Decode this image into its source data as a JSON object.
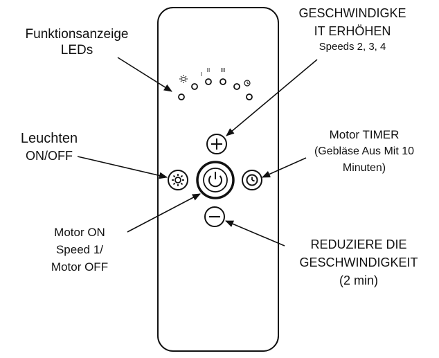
{
  "labels": {
    "led_indicator": {
      "line1": "Funktionsanzeige",
      "line2": "LEDs"
    },
    "speed_up": {
      "line1": "GESCHWINDIGKE",
      "line2": "IT ERHÖHEN",
      "line3": "Speeds 2, 3, 4"
    },
    "light": {
      "line1": "Leuchten",
      "line2": "ON/OFF"
    },
    "timer": {
      "line1": "Motor TIMER",
      "line2": "(Gebläse Aus Mit 10",
      "line3": "Minuten)"
    },
    "motor": {
      "line1": "Motor ON",
      "line2": "Speed 1/",
      "line3": "Motor OFF"
    },
    "speed_down": {
      "line1": "REDUZIERE DIE",
      "line2": "GESCHWINDIGKEIT",
      "line3": "(2 min)"
    }
  },
  "led_marks": {
    "speed_1": "I",
    "speed_2": "II",
    "speed_3": "III"
  },
  "icons": {
    "power": "power-icon",
    "light": "sun-icon",
    "timer": "clock-icon",
    "plus": "plus-icon",
    "minus": "minus-icon"
  }
}
